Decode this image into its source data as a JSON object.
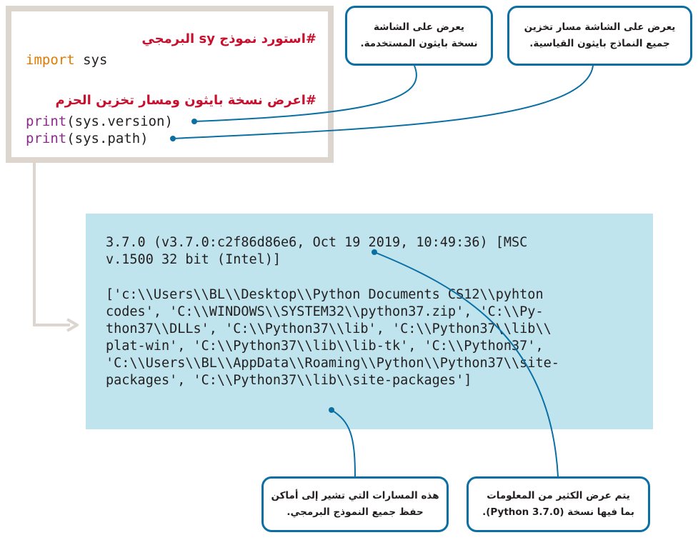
{
  "code": {
    "comment_import": "#استورد نموذج sy البرمجي",
    "import_keyword": "import",
    "import_module": " sys",
    "comment_print": "#اعرض نسخة بايثون ومسار تخزين الحزم",
    "print_version_fn": "print",
    "print_version_args": "(sys.version)",
    "print_path_fn": "print",
    "print_path_args": "(sys.path)"
  },
  "output": {
    "lines": [
      "3.7.0 (v3.7.0:c2f86d86e6, Oct 19 2019, 10:49:36) [MSC",
      "v.1500 32 bit (Intel)]",
      "['c:\\\\Users\\\\BL\\\\Desktop\\\\Python Documents CS12\\\\pyhton",
      "codes', 'C:\\\\WINDOWS\\\\SYSTEM32\\\\python37.zip', 'C:\\\\Py-",
      "thon37\\\\DLLs', 'C:\\\\Python37\\\\lib', 'C:\\\\Python37\\\\lib\\\\",
      "plat-win', 'C:\\\\Python37\\\\lib\\\\lib-tk', 'C:\\\\Python37',",
      "'C:\\\\Users\\\\BL\\\\AppData\\\\Roaming\\\\Python\\\\Python37\\\\site-",
      "packages', 'C:\\\\Python37\\\\lib\\\\site-packages']"
    ]
  },
  "callouts": {
    "version_screen": {
      "line1": "يعرض على الشاشة",
      "line2": "نسخة بايثون المستخدمة."
    },
    "path_screen": {
      "line1": "يعرض على الشاشة مسار تخزين",
      "line2": "جميع النماذج بايثون القياسية."
    },
    "paths_meaning": {
      "line1": "هذه المسارات التي تشير إلى أماكن",
      "line2": "حفظ جميع النموذج البرمجي."
    },
    "version_info": {
      "line1": "يتم عرض الكثير من المعلومات",
      "line2": "بما فيها نسخة (Python 3.7.0)."
    }
  },
  "colors": {
    "callout_border": "#0b6fa4",
    "connector": "#0b6fa4",
    "code_frame": "#dcd6cf",
    "output_bg": "#bfe4ee",
    "comment": "#c8102e",
    "keyword": "#e07b00",
    "function": "#8a2a8a"
  }
}
